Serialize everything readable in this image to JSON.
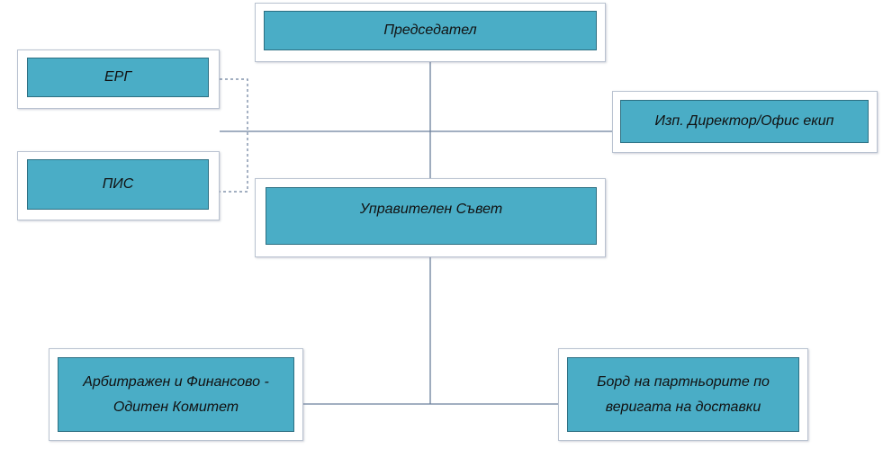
{
  "nodes": {
    "chairman": "Председател",
    "erg": "ЕРГ",
    "pis": "ПИС",
    "exec_director": "Изп. Директор/Офис екип",
    "management_board": "Управителен Съвет",
    "audit_committee_line1": "Арбитражен и Финансово -",
    "audit_committee_line2": "Одитен Комитет",
    "supply_partners_line1": "Борд на партньорите по",
    "supply_partners_line2": "веригата на доставки"
  },
  "colors": {
    "box_fill": "#4aadc6",
    "box_border": "#2c6f82",
    "frame_border": "#b9c2d0",
    "connector": "#6b7f9c"
  }
}
